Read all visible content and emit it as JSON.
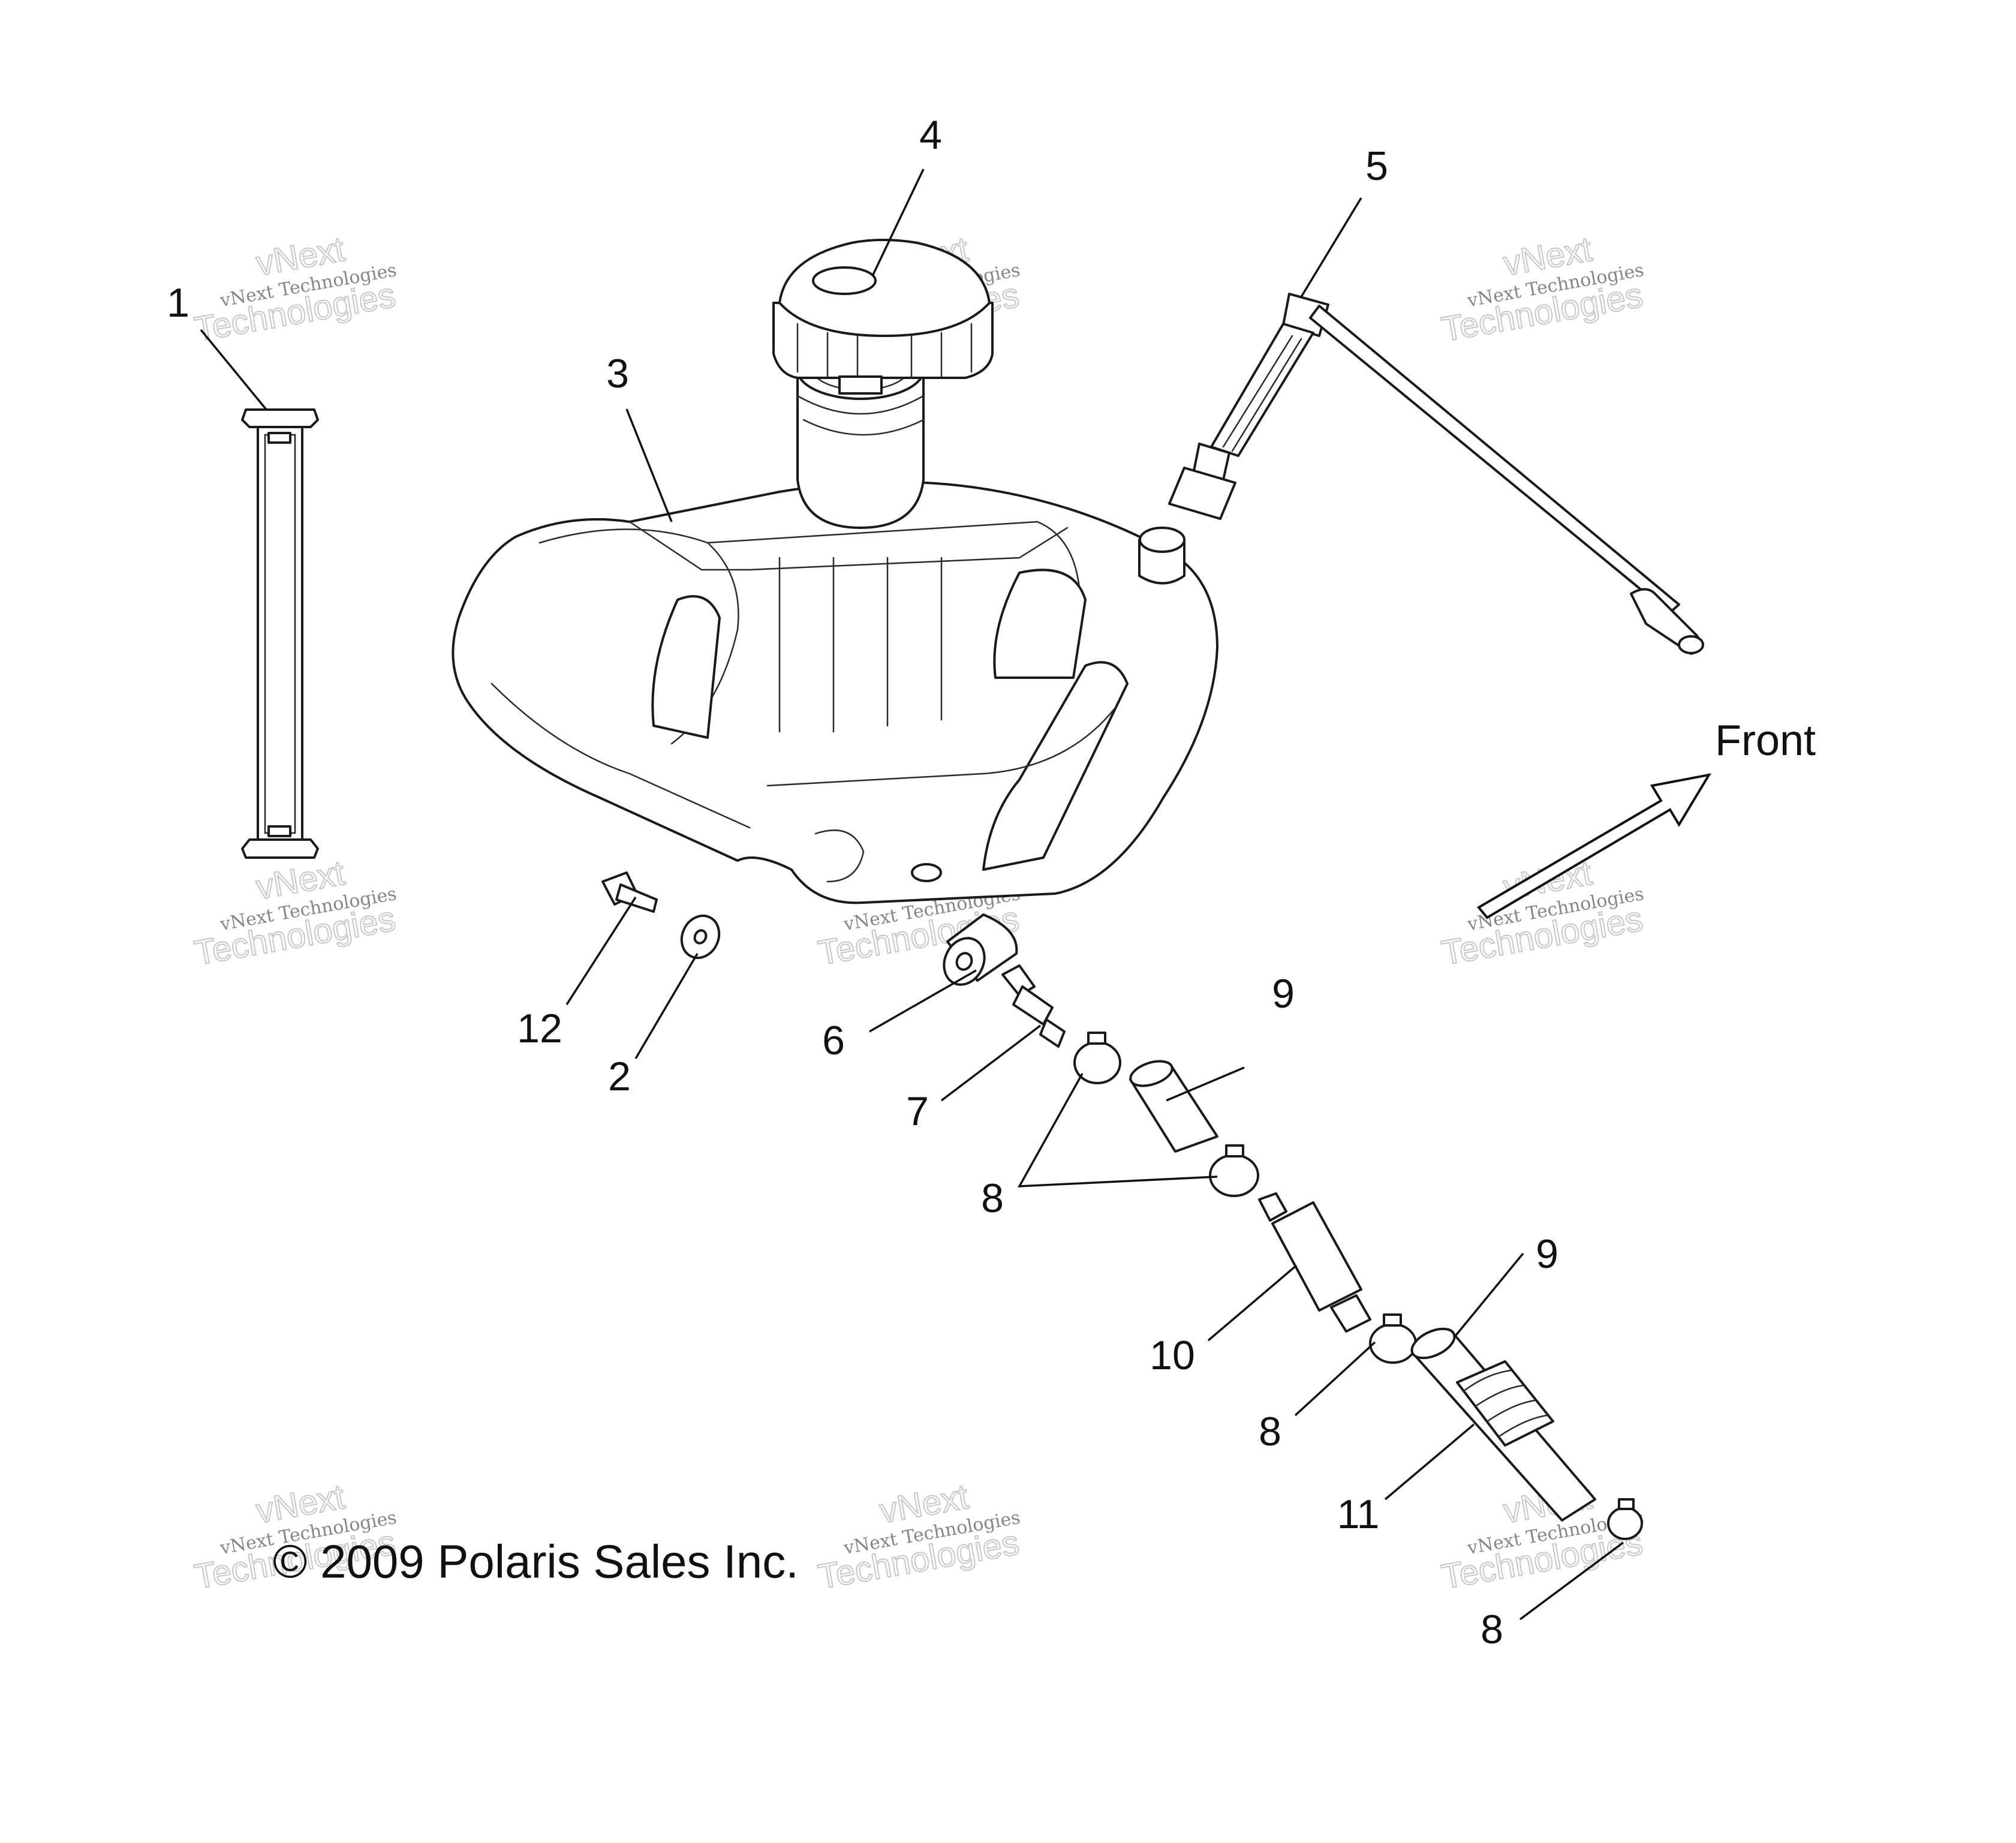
{
  "diagram": {
    "callouts": [
      "1",
      "2",
      "3",
      "4",
      "5",
      "6",
      "7",
      "8",
      "9",
      "10",
      "11",
      "12"
    ],
    "front_label": "Front",
    "copyright": "© 2009 Polaris Sales Inc.",
    "watermark": {
      "line1": "vNext Technologies",
      "line2": "vNext",
      "line3": "Technologies"
    }
  }
}
